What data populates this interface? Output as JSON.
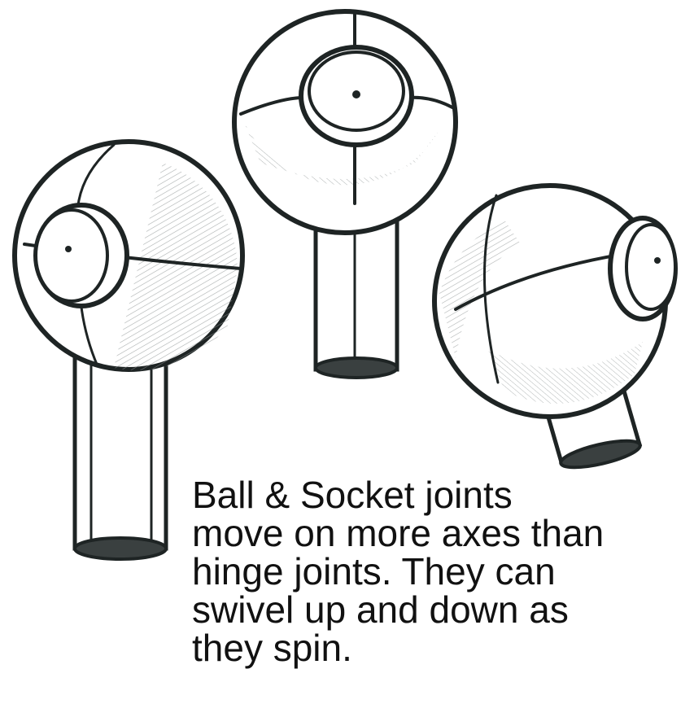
{
  "caption": {
    "lines": [
      "Ball & Socket joints",
      "move on more axes than",
      "hinge joints. They can",
      "swivel up and down as",
      "they spin."
    ]
  },
  "colors": {
    "ink": "#1e2424",
    "shade": "#9aa0a0",
    "background": "#ffffff"
  },
  "figures": [
    {
      "name": "ball-and-socket-joint-left"
    },
    {
      "name": "ball-and-socket-joint-center"
    },
    {
      "name": "ball-and-socket-joint-right"
    }
  ]
}
